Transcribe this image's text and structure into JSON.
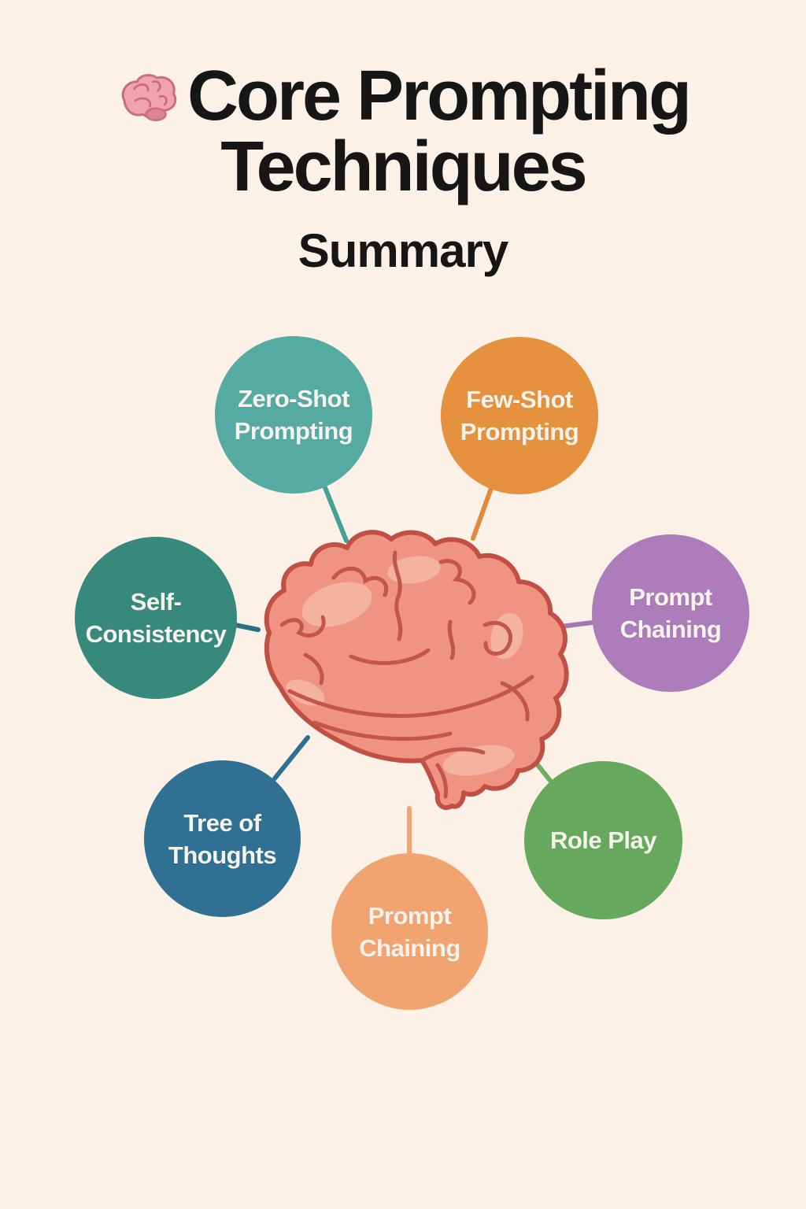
{
  "page": {
    "background": "#fbf1e7",
    "title_color": "#161616"
  },
  "header": {
    "icon": "brain-emoji-icon",
    "icon_colors": {
      "fill": "#f2a2ad",
      "outline": "#c96d7a",
      "lobe": "#dd8492"
    },
    "title_line1": "Core Prompting",
    "title_line2": "Techniques",
    "subtitle": "Summary"
  },
  "brain": {
    "name": "brain-illustration",
    "fill": "#ef9382",
    "outline": "#c24f44",
    "detail": "#c3564b",
    "highlight": "#f6bcab"
  },
  "diagram": {
    "node_text_color": "#f6f3ec",
    "nodes": [
      {
        "id": "zero-shot-prompting",
        "lines": [
          "Zero-Shot",
          "Prompting"
        ],
        "color": "#55aaa1"
      },
      {
        "id": "few-shot-prompting",
        "lines": [
          "Few-Shot",
          "Prompting"
        ],
        "color": "#e6913e"
      },
      {
        "id": "self-consistency",
        "lines": [
          "Self-",
          "Consistency"
        ],
        "color": "#37897b"
      },
      {
        "id": "prompt-chaining-right",
        "lines": [
          "Prompt",
          "Chaining"
        ],
        "color": "#ac7dba"
      },
      {
        "id": "tree-of-thoughts",
        "lines": [
          "Tree of",
          "Thoughts"
        ],
        "color": "#2f7093"
      },
      {
        "id": "role-play",
        "lines": [
          "Role Play"
        ],
        "color": "#67a95c"
      },
      {
        "id": "prompt-chaining-bottom",
        "lines": [
          "Prompt",
          "Chaining"
        ],
        "color": "#f2a470"
      }
    ],
    "connectors": [
      {
        "from": "zero-shot-prompting",
        "to": "brain",
        "color": "#45a198"
      },
      {
        "from": "few-shot-prompting",
        "to": "brain",
        "color": "#e18a3d"
      },
      {
        "from": "self-consistency",
        "to": "brain",
        "color": "#2a6f80"
      },
      {
        "from": "prompt-chaining-right",
        "to": "brain",
        "color": "#a678b3"
      },
      {
        "from": "tree-of-thoughts",
        "to": "brain",
        "color": "#2f6f92"
      },
      {
        "from": "role-play",
        "to": "brain",
        "color": "#6fae62"
      },
      {
        "from": "prompt-chaining-bottom",
        "to": "brain",
        "color": "#f0a470"
      }
    ]
  }
}
